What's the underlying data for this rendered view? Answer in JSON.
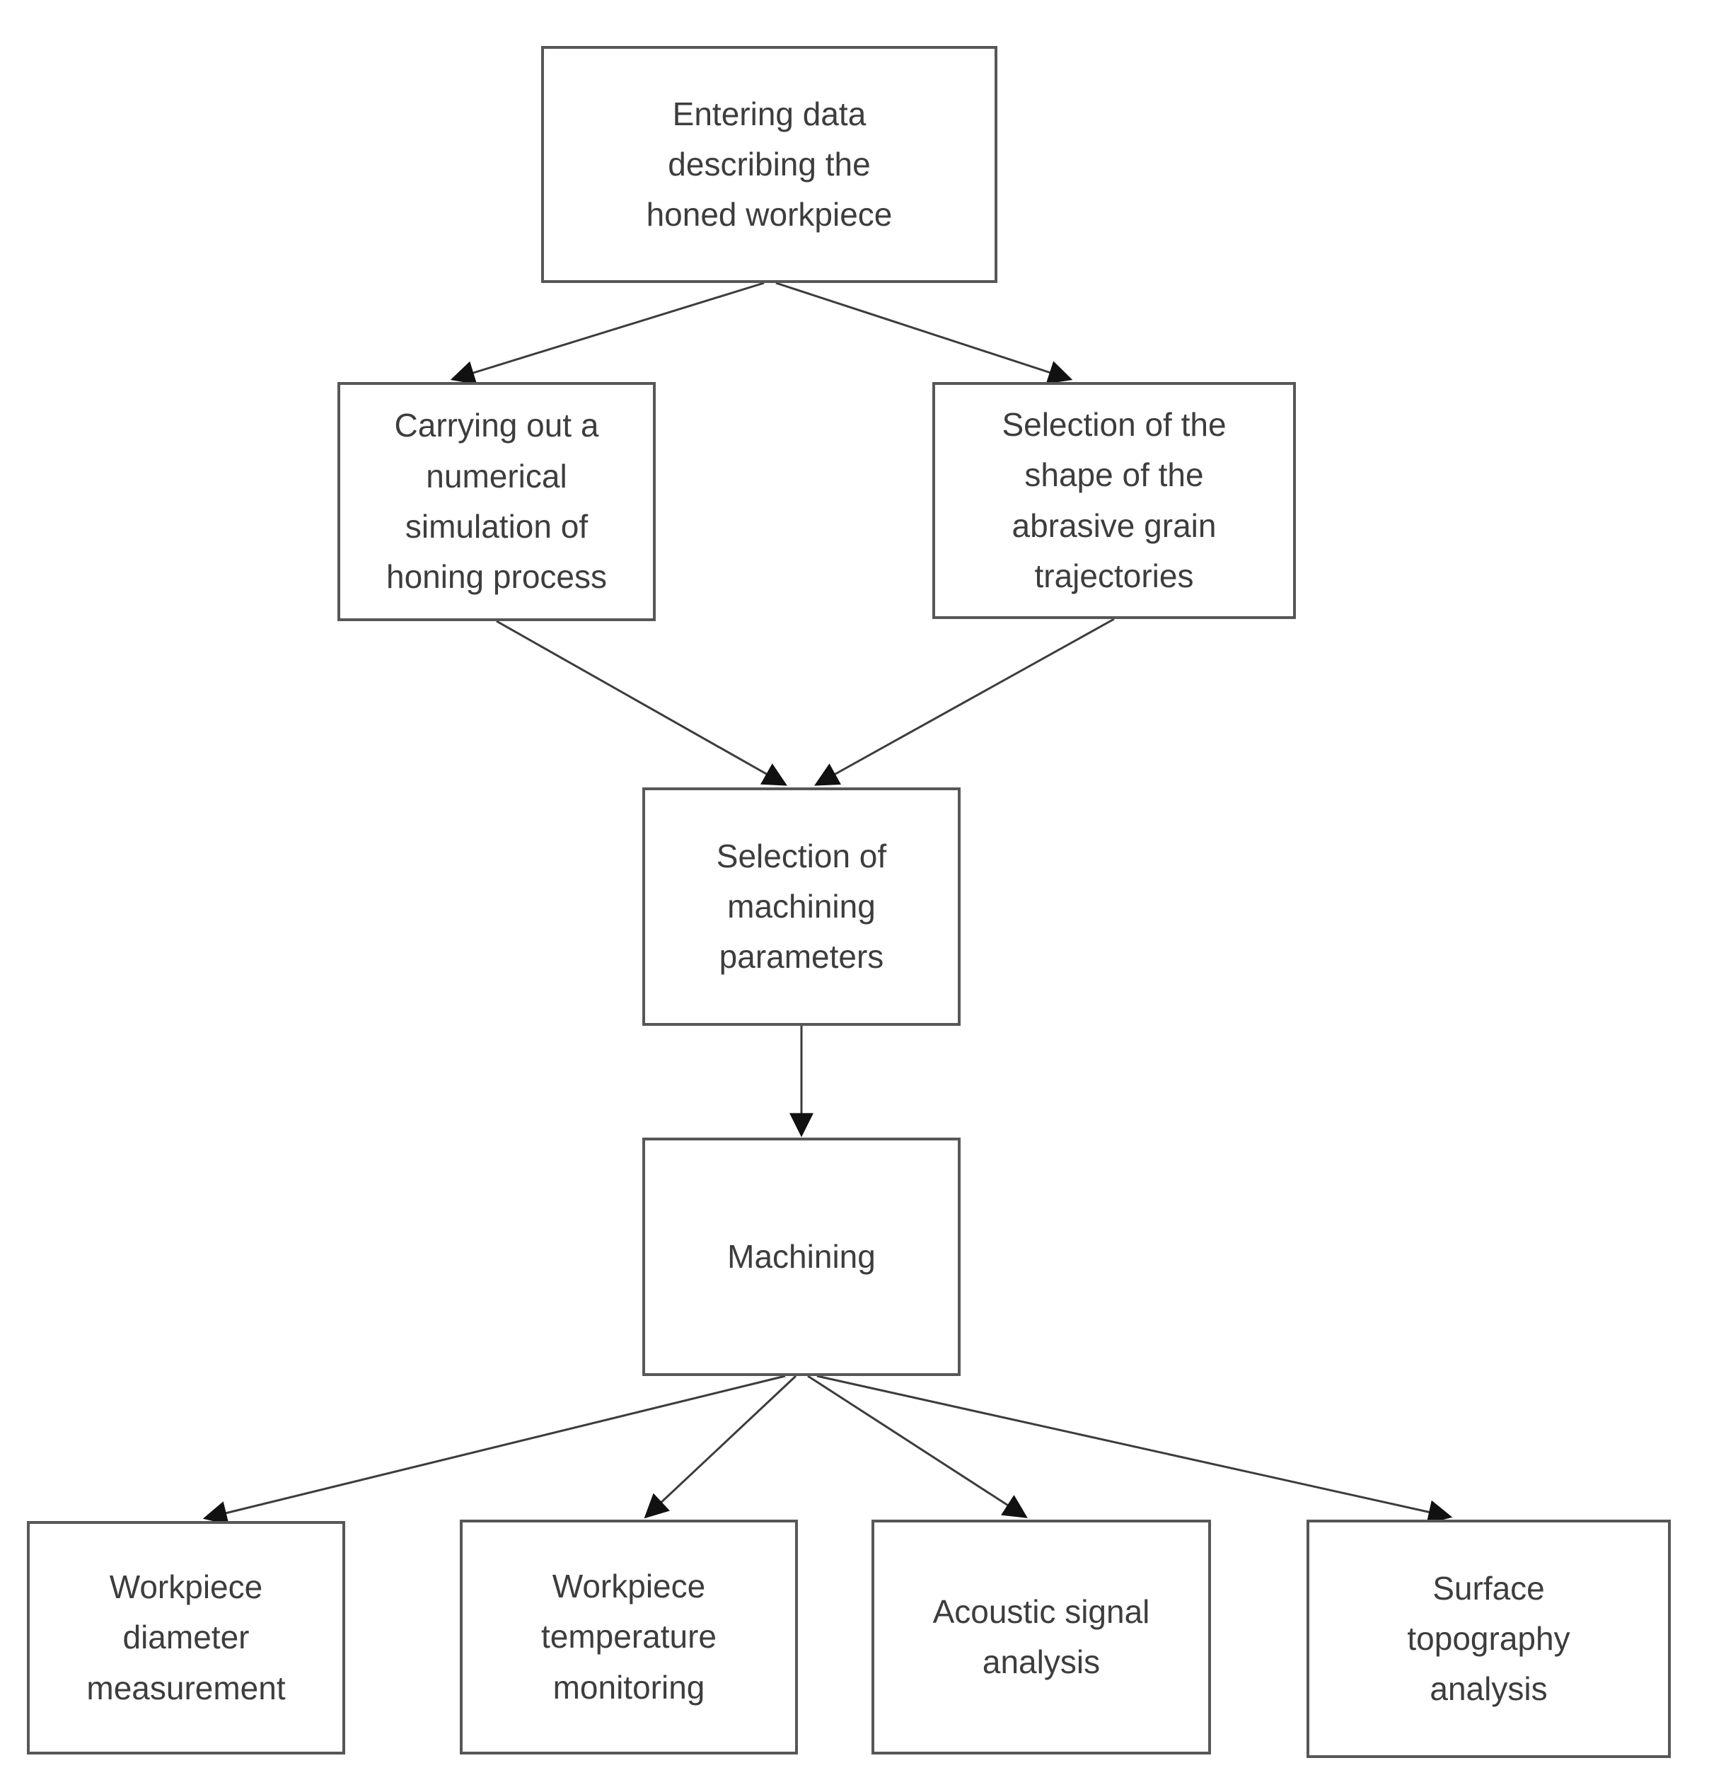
{
  "diagram": {
    "background_color": "#ffffff",
    "box_border_color": "#575757",
    "text_color": "#3d3d3d",
    "arrow_color": "#3c3c3c",
    "arrowhead_color": "#111111",
    "nodes": [
      {
        "id": "entering-data",
        "label": "Entering data\ndescribing the\nhoned workpiece"
      },
      {
        "id": "numerical-simulation",
        "label": "Carrying out a\nnumerical\nsimulation of\nhoning process"
      },
      {
        "id": "grain-trajectories",
        "label": "Selection of the\nshape of the\nabrasive grain\ntrajectories"
      },
      {
        "id": "machining-parameters",
        "label": "Selection of\nmachining\nparameters"
      },
      {
        "id": "machining",
        "label": "Machining"
      },
      {
        "id": "diameter-measurement",
        "label": "Workpiece\ndiameter\nmeasurement"
      },
      {
        "id": "temperature-monitoring",
        "label": "Workpiece\ntemperature\nmonitoring"
      },
      {
        "id": "acoustic-analysis",
        "label": "Acoustic signal\nanalysis"
      },
      {
        "id": "topography-analysis",
        "label": "Surface\ntopography\nanalysis"
      }
    ],
    "edges": [
      {
        "from": "entering-data",
        "to": "numerical-simulation"
      },
      {
        "from": "entering-data",
        "to": "grain-trajectories"
      },
      {
        "from": "numerical-simulation",
        "to": "machining-parameters"
      },
      {
        "from": "grain-trajectories",
        "to": "machining-parameters"
      },
      {
        "from": "machining-parameters",
        "to": "machining"
      },
      {
        "from": "machining",
        "to": "diameter-measurement"
      },
      {
        "from": "machining",
        "to": "temperature-monitoring"
      },
      {
        "from": "machining",
        "to": "acoustic-analysis"
      },
      {
        "from": "machining",
        "to": "topography-analysis"
      }
    ]
  }
}
